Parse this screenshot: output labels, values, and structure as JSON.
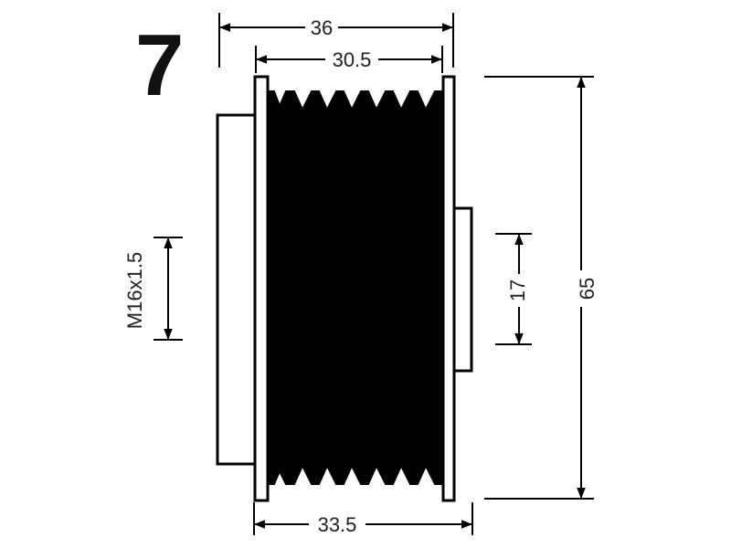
{
  "figure_number": "7",
  "dimensions": {
    "overall_width": "36",
    "groove_width": "30.5",
    "base_width": "33.5",
    "diameter": "65",
    "hub_height": "17",
    "thread": "M16x1.5"
  },
  "colors": {
    "ink": "#000000",
    "paper": "#ffffff"
  }
}
